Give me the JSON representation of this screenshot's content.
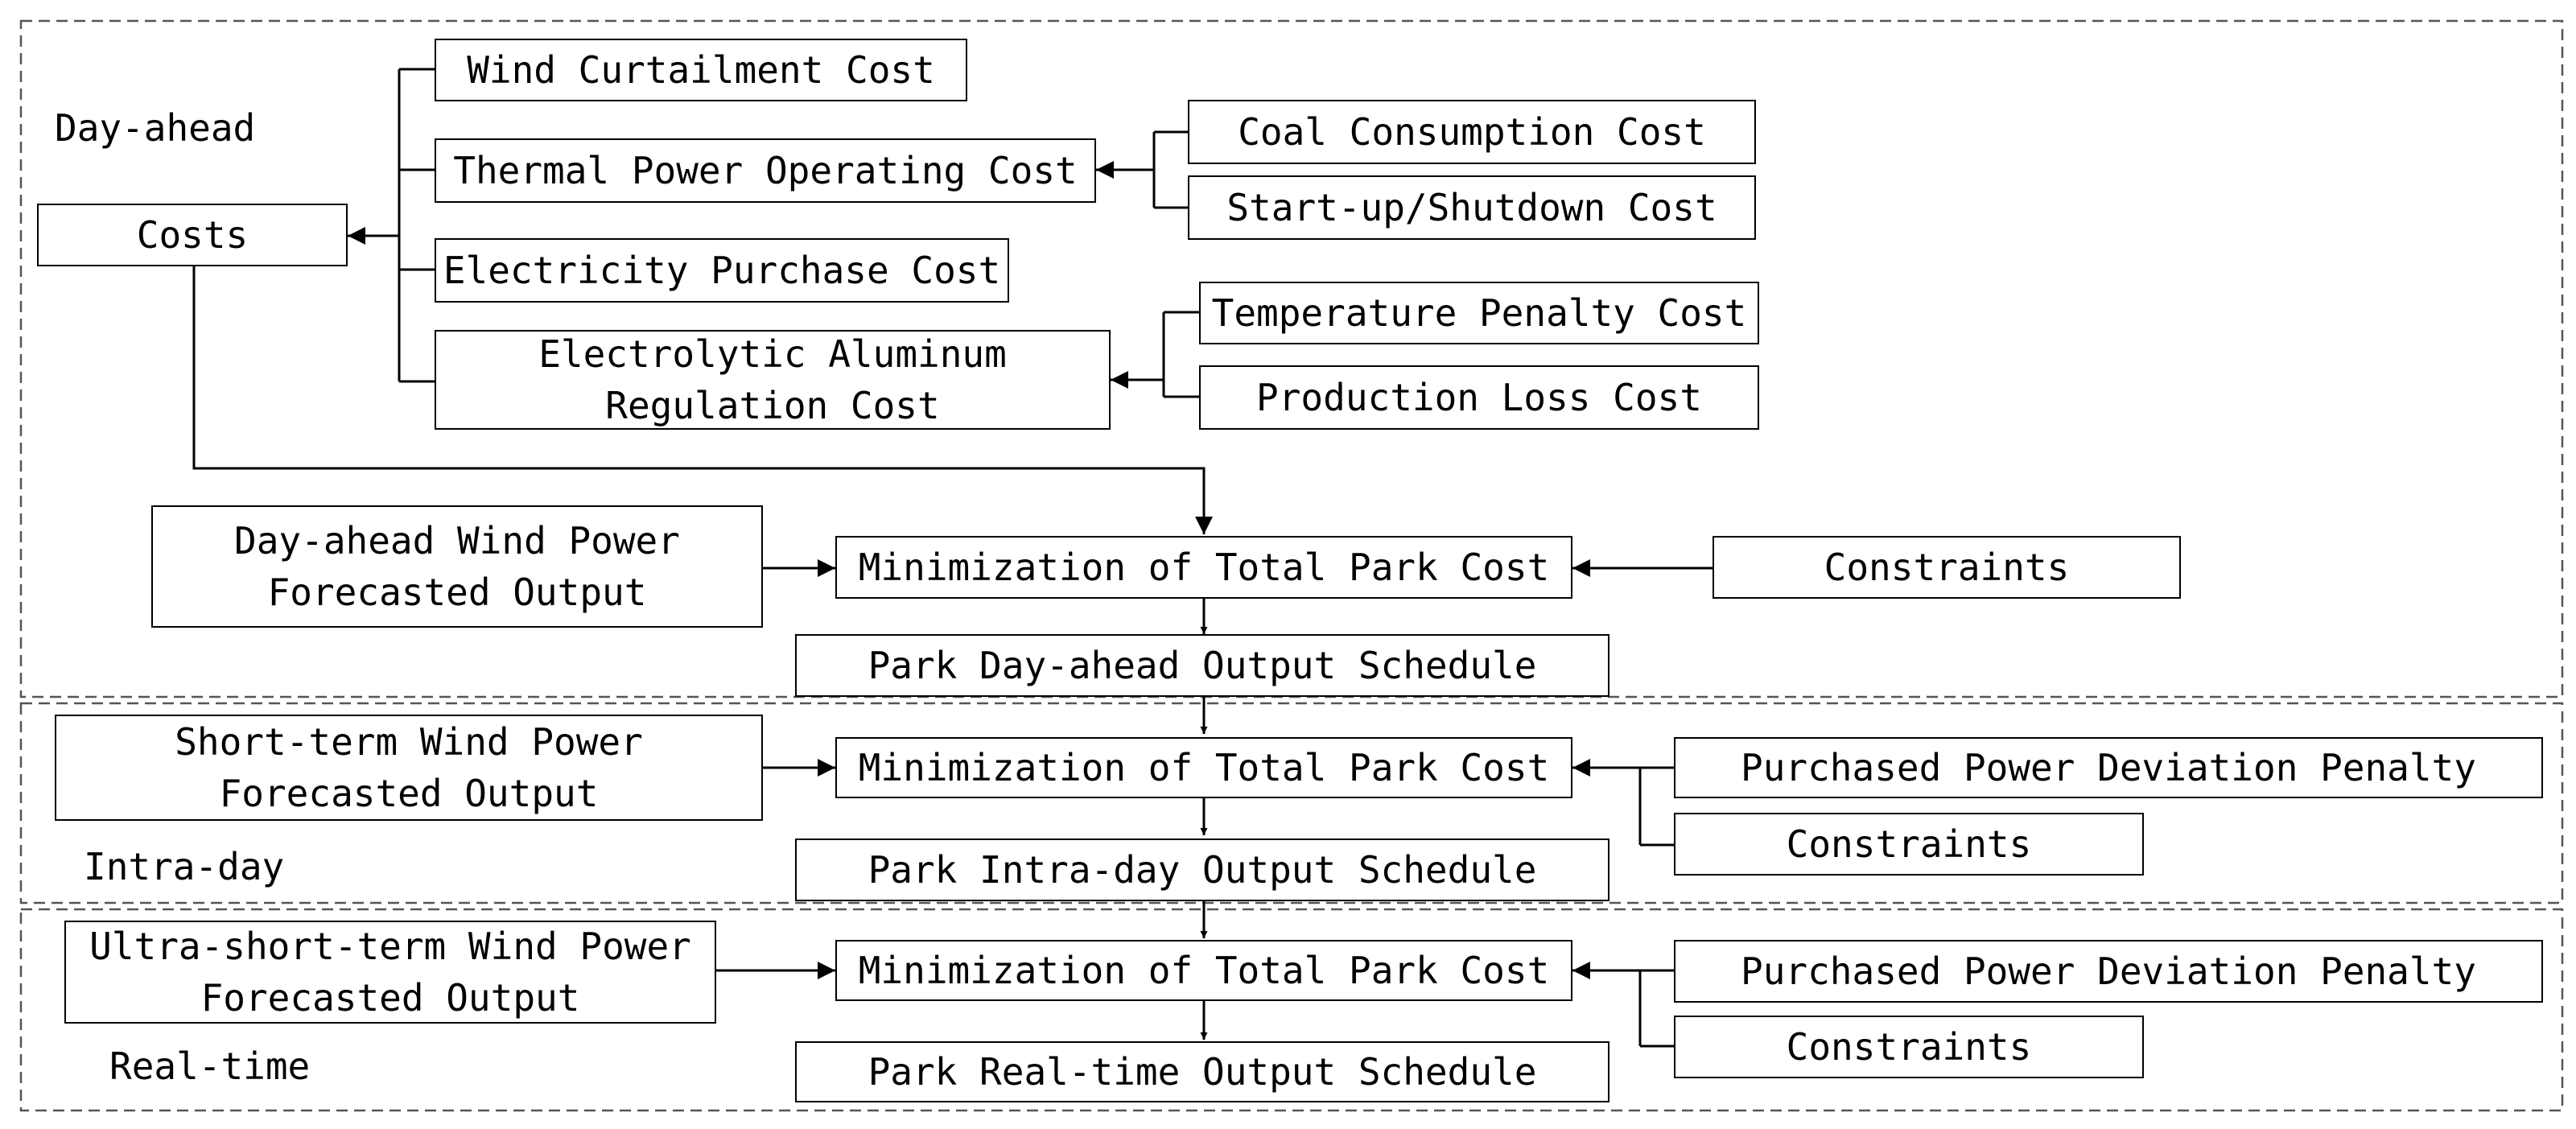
{
  "stages": {
    "day_ahead": "Day-ahead",
    "intra_day": "Intra-day",
    "real_time": "Real-time"
  },
  "costs": {
    "root": "Costs",
    "wind_curtailment": "Wind Curtailment Cost",
    "thermal_operating": "Thermal Power Operating Cost",
    "coal_consumption": "Coal Consumption Cost",
    "startup_shutdown": "Start-up/Shutdown Cost",
    "electricity_purchase": "Electricity Purchase Cost",
    "aluminum_regulation": [
      "Electrolytic Aluminum",
      "Regulation Cost"
    ],
    "temperature_penalty": "Temperature Penalty Cost",
    "production_loss": "Production Loss Cost"
  },
  "day_ahead": {
    "forecast": [
      "Day-ahead Wind Power",
      "Forecasted Output"
    ],
    "objective": "Minimization of Total Park Cost",
    "constraints": "Constraints",
    "schedule": "Park Day-ahead Output Schedule"
  },
  "intra_day": {
    "forecast": [
      "Short-term Wind Power",
      "Forecasted Output"
    ],
    "objective": "Minimization of Total Park Cost",
    "penalty": "Purchased Power Deviation Penalty",
    "constraints": "Constraints",
    "schedule": "Park Intra-day Output Schedule"
  },
  "real_time": {
    "forecast": [
      "Ultra-short-term Wind Power",
      "Forecasted Output"
    ],
    "objective": "Minimization of Total Park Cost",
    "penalty": "Purchased Power Deviation Penalty",
    "constraints": "Constraints",
    "schedule": "Park Real-time Output Schedule"
  }
}
